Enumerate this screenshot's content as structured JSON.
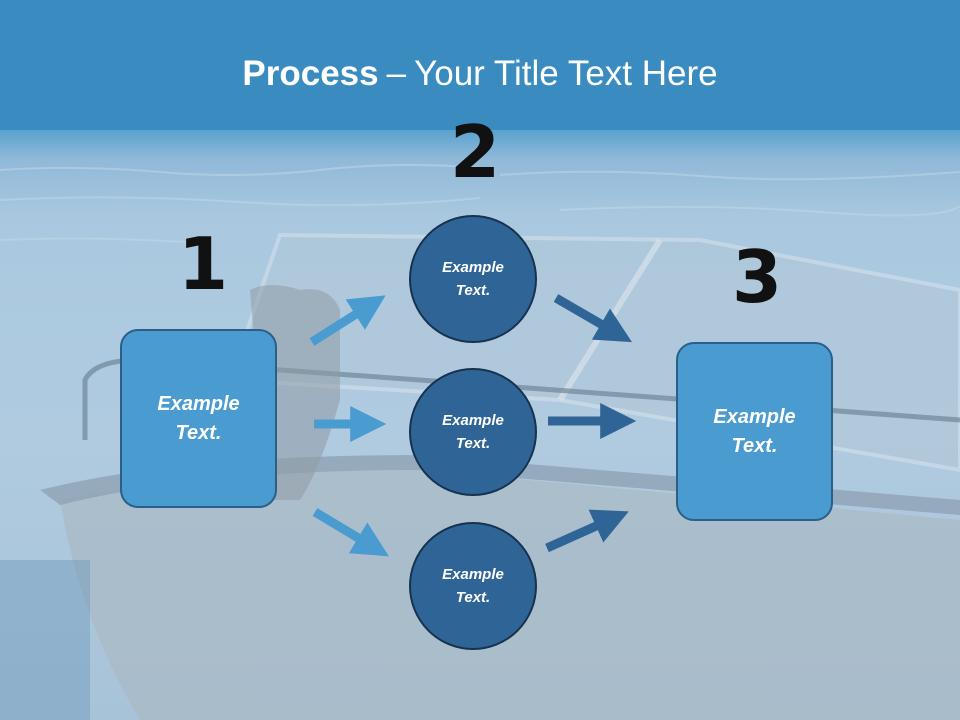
{
  "title": {
    "bold": "Process",
    "dash": "–",
    "rest": "Your Title Text Here"
  },
  "steps": {
    "n1": "1",
    "n2": "2",
    "n3": "3"
  },
  "left_box": {
    "line1": "Example",
    "line2": "Text."
  },
  "right_box": {
    "line1": "Example",
    "line2": "Text."
  },
  "circles": [
    {
      "line1": "Example",
      "line2": "Text."
    },
    {
      "line1": "Example",
      "line2": "Text."
    },
    {
      "line1": "Example",
      "line2": "Text."
    }
  ],
  "colors": {
    "box_fill": "#4a9bd0",
    "circle_fill": "#2f6496",
    "arrow_light": "#4a9bd0",
    "arrow_dark": "#2f6496",
    "title_bar": "#3b8fc2"
  }
}
